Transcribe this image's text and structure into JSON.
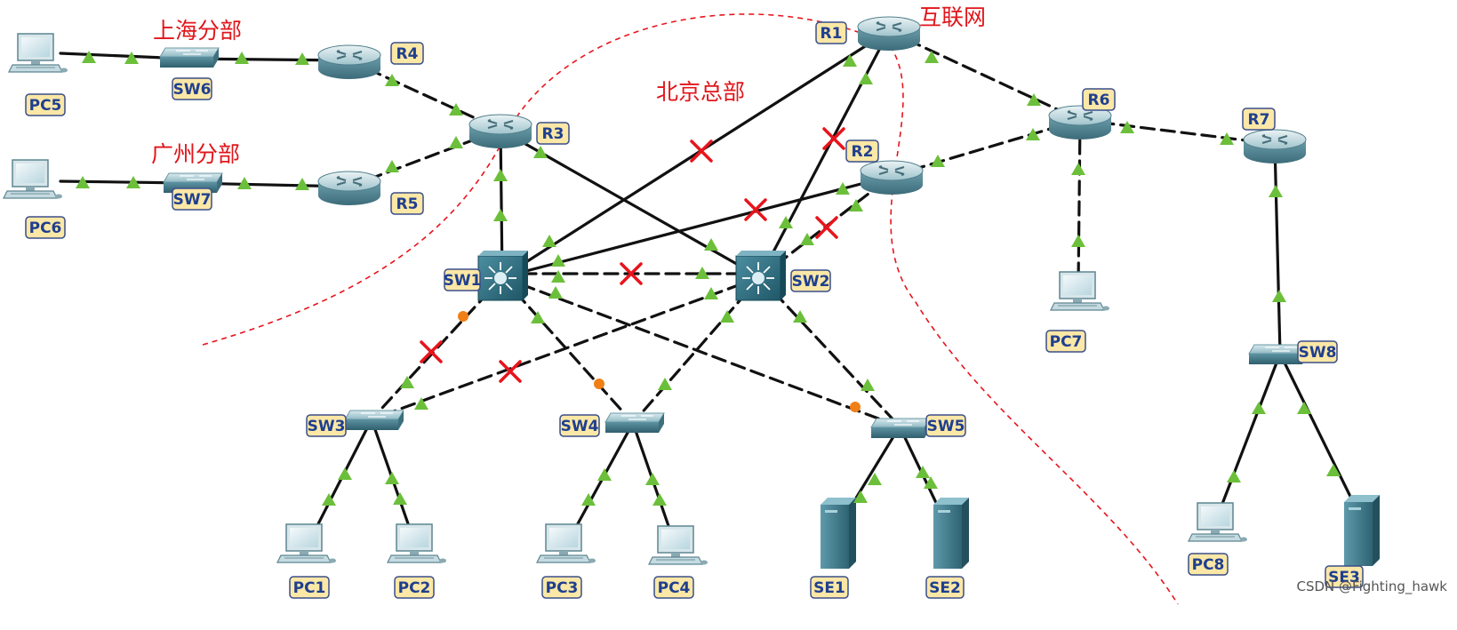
{
  "regions": {
    "shanghai": "上海分部",
    "guangzhou": "广州分部",
    "beijing": "北京总部",
    "internet": "互联网"
  },
  "devices": {
    "PC1": "PC1",
    "PC2": "PC2",
    "PC3": "PC3",
    "PC4": "PC4",
    "PC5": "PC5",
    "PC6": "PC6",
    "PC7": "PC7",
    "PC8": "PC8",
    "SE1": "SE1",
    "SE2": "SE2",
    "SE3": "SE3",
    "SW1": "SW1",
    "SW2": "SW2",
    "SW3": "SW3",
    "SW4": "SW4",
    "SW5": "SW5",
    "SW6": "SW6",
    "SW7": "SW7",
    "SW8": "SW8",
    "R1": "R1",
    "R2": "R2",
    "R3": "R3",
    "R4": "R4",
    "R5": "R5",
    "R6": "R6",
    "R7": "R7"
  },
  "watermark": "CSDN @Fighting_hawk",
  "colors": {
    "link": "#111111",
    "port_up": "#6cbf3a",
    "port_blocked": "#f07f16",
    "link_down_mark": "#e8141c",
    "boundary": "#e8141c",
    "label_bg": "#fbe7a6",
    "label_text": "#1f3f8f",
    "region_text": "#e0161b"
  }
}
